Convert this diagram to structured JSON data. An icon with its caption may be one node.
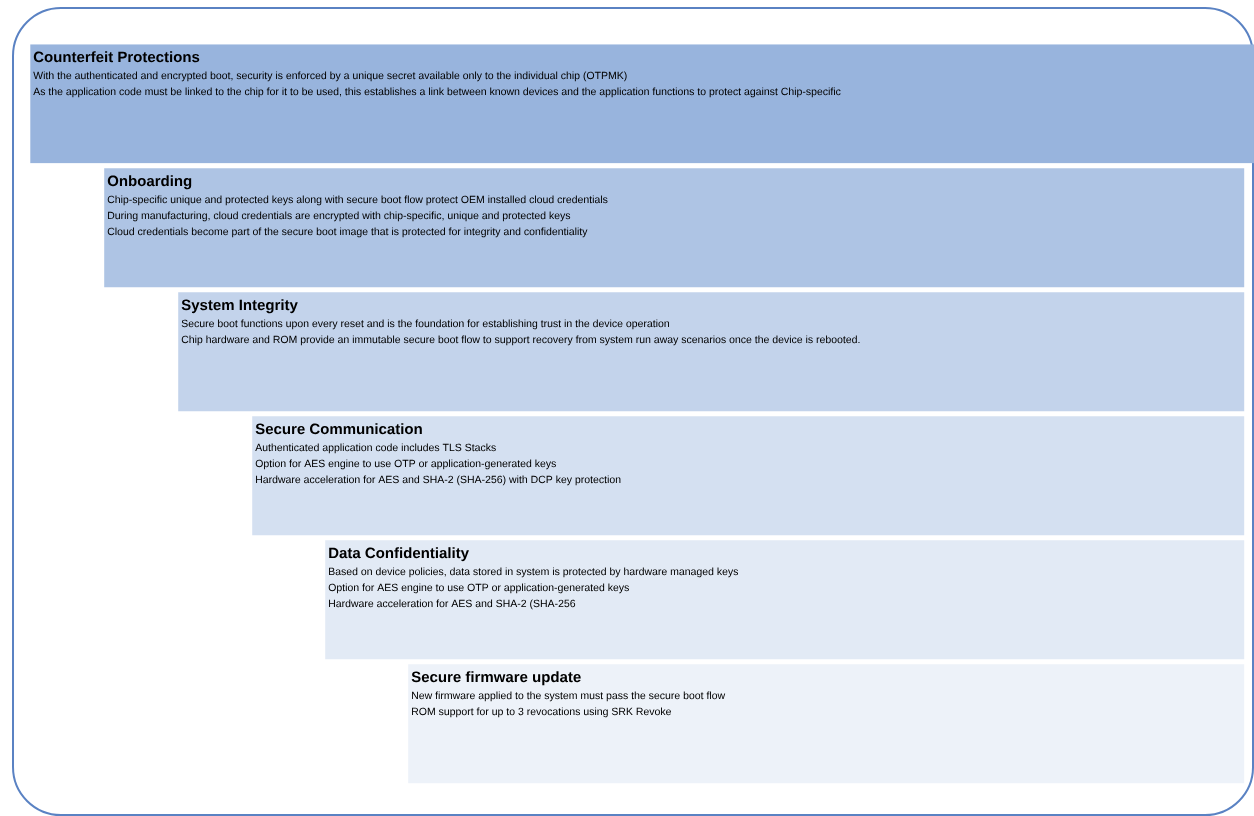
{
  "diagram": {
    "nodes": [
      {
        "text": [
          "Counterfeit Protections",
          "With the authenticated and encrypted boot, security is enforced by a unique secret available only to the individual chip (OTPMK)",
          "As the application code must be linked to the chip for it to be used, this establishes a link between known devices and the application functions to protect against Chip-specific"
        ]
      },
      {
        "text": [
          "Onboarding",
          "Chip-specific unique and protected keys along with secure boot flow protect OEM installed cloud credentials",
          "During manufacturing, cloud credentials are encrypted with chip-specific, unique and protected keys",
          "Cloud credentials become part of the secure boot image that is protected for integrity and confidentiality"
        ]
      },
      {
        "text": [
          "System Integrity",
          "Secure boot functions upon every reset and is the foundation for establishing trust in the device operation",
          "Chip hardware and ROM provide an immutable secure boot flow to support recovery from system run away scenarios once the device is rebooted."
        ]
      },
      {
        "text": [
          "Secure Communication",
          "Authenticated application code includes TLS Stacks",
          "Option for AES engine to use OTP or application-generated keys",
          "Hardware acceleration for AES and SHA-2 (SHA-256) with DCP key protection"
        ]
      },
      {
        "text": [
          "Data Confidentiality",
          "Based on device policies, data stored in system is protected by hardware managed keys",
          "Option for AES engine to use OTP  or application-generated keys",
          "Hardware acceleration for AES and SHA-2 (SHA-256"
        ]
      },
      {
        "text": [
          "Secure firmware update",
          "New firmware applied to the system must pass the secure boot flow",
          "ROM support for up to 3 revocations using SRK Revoke"
        ]
      }
    ]
  }
}
